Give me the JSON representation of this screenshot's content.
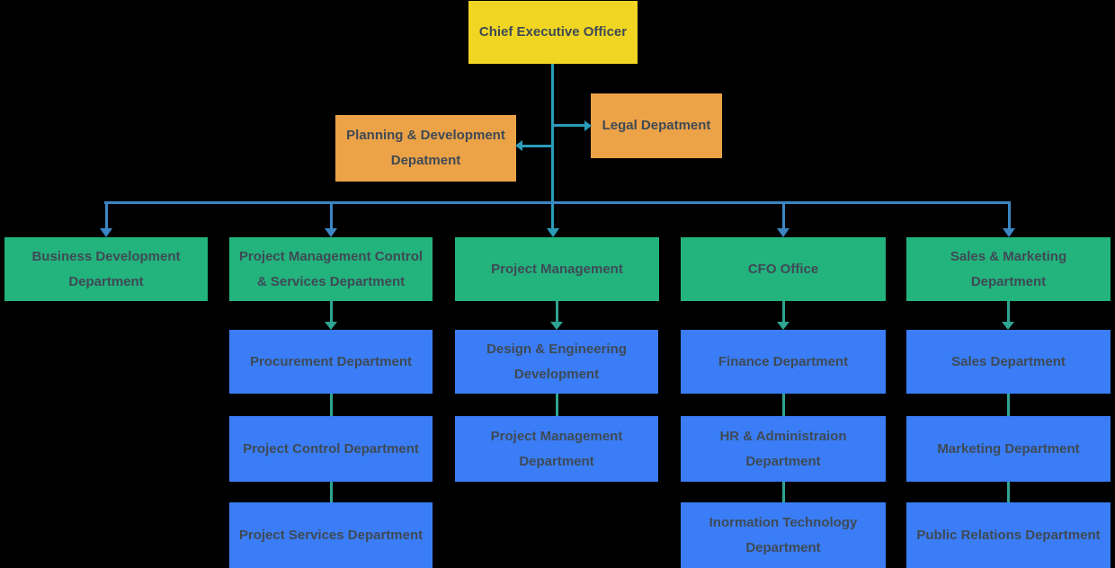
{
  "colors": {
    "background": "#000000",
    "ceo-fill": "#F0D622",
    "secondary-fill": "#ECA247",
    "division-fill": "#23B37D",
    "department-fill": "#3B7DF6",
    "label-text": "#3E4A55",
    "connector-top": "#2B9CB9",
    "connector-mid": "#3B86C3",
    "connector-sub": "#2EA492"
  },
  "nodes": {
    "ceo": {
      "label": "Chief Executive Officer"
    },
    "planning": {
      "label": "Planning & Development\nDepatment"
    },
    "legal": {
      "label": "Legal Depatment"
    },
    "business_dev": {
      "label": "Business Development\nDepartment"
    },
    "pm_control": {
      "label": "Project Management Control\n& Services Department"
    },
    "project_mgmt": {
      "label": "Project Management"
    },
    "cfo": {
      "label": "CFO Office"
    },
    "sales_marketing": {
      "label": "Sales & Marketing\nDepartment"
    },
    "procurement": {
      "label": "Procurement Department"
    },
    "project_control": {
      "label": "Project Control Department"
    },
    "project_services": {
      "label": "Project Services Department"
    },
    "design_eng": {
      "label": "Design & Engineering\nDevelopment"
    },
    "pm_dept": {
      "label": "Project Management\nDepartment"
    },
    "finance": {
      "label": "Finance Department"
    },
    "hr_admin": {
      "label": "HR & Administraion\nDepartment"
    },
    "it": {
      "label": "Inormation Technology\nDepartment"
    },
    "sales": {
      "label": "Sales Department"
    },
    "marketing": {
      "label": "Marketing Department"
    },
    "public_relations": {
      "label": "Public Relations Department"
    }
  }
}
